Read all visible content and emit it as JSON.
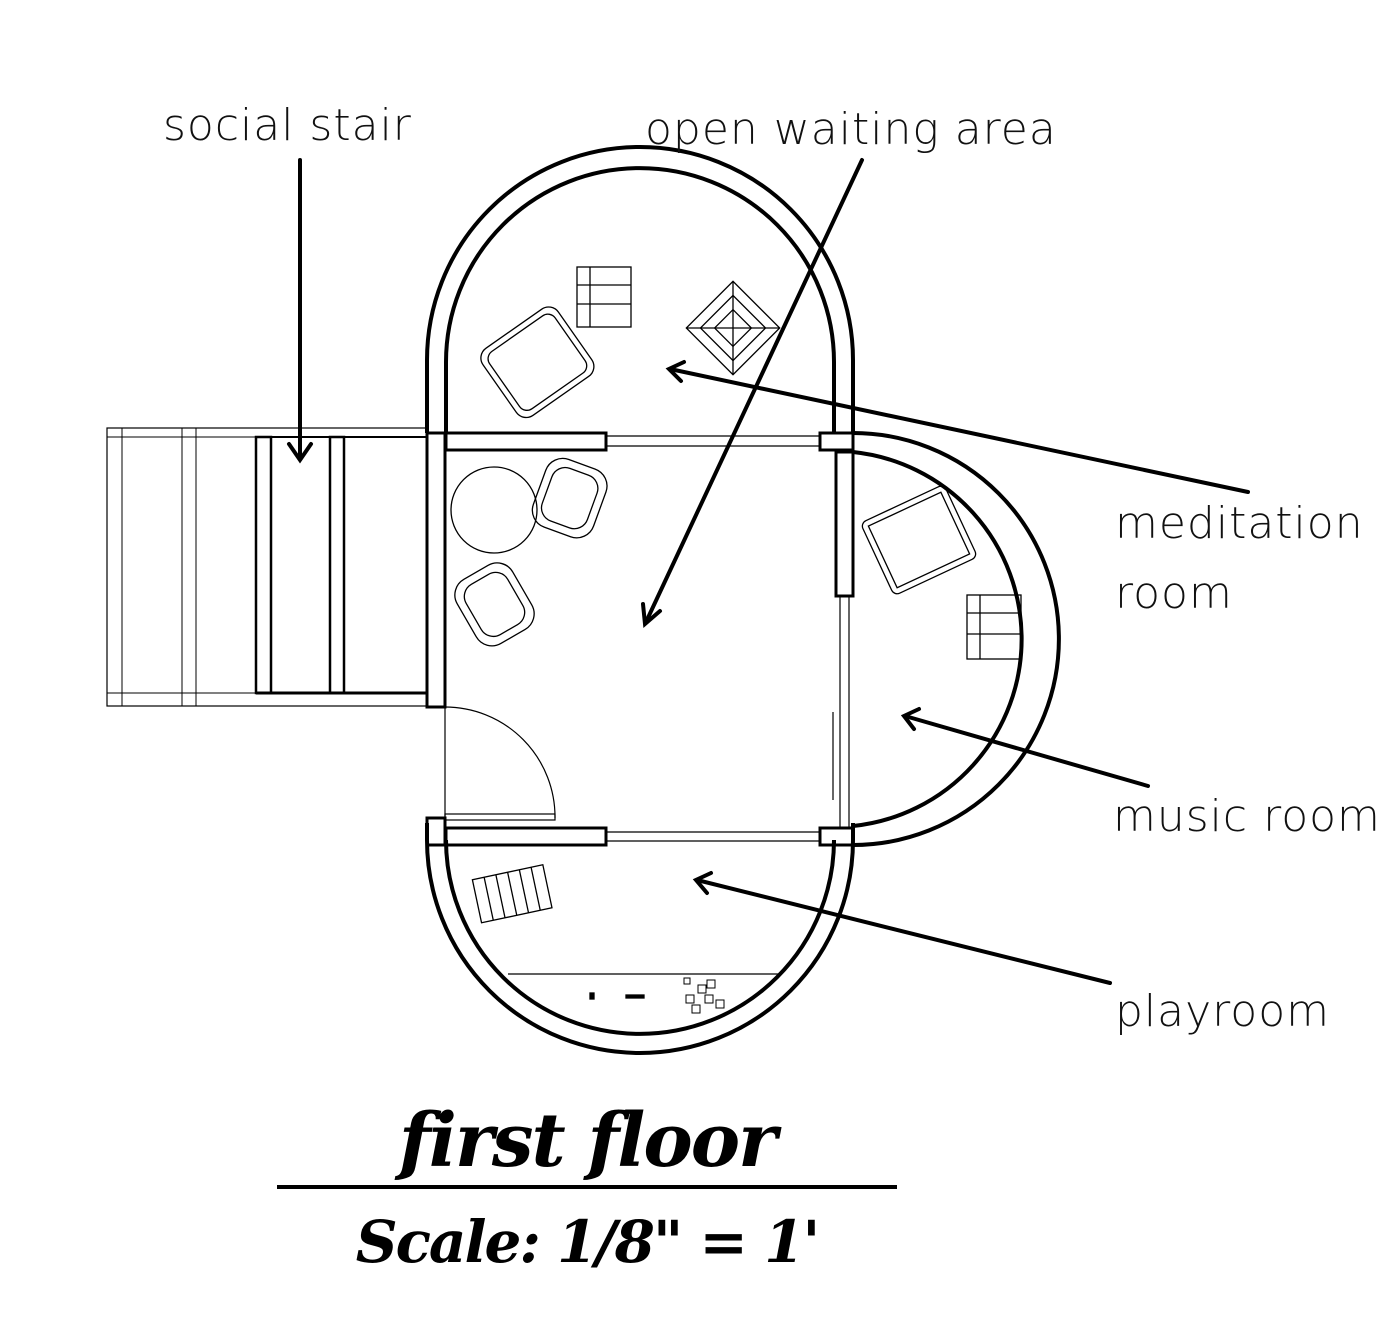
{
  "labels": {
    "social_stair": "social stair",
    "open_waiting_area": "open waiting area",
    "meditation_room_line1": "meditation",
    "meditation_room_line2": "room",
    "music_room": "music room",
    "playroom": "playroom"
  },
  "title": "first floor",
  "scale": "Scale: 1/8\" = 1'",
  "colors": {
    "ink": "#000000",
    "background": "#ffffff"
  }
}
